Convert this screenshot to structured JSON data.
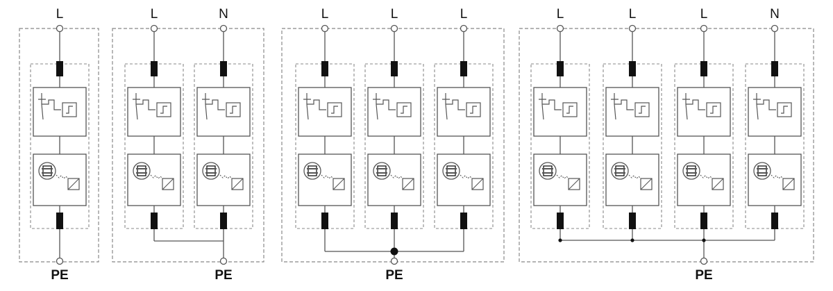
{
  "colors": {
    "line": "#555555",
    "dash": "#888888",
    "fuse": "#111111",
    "background": "#ffffff"
  },
  "icons": [
    "fuse-icon",
    "spark-gap-icon",
    "disconnector-icon",
    "gas-discharge-tube-icon",
    "varistor-icon",
    "terminal-icon"
  ],
  "groups": [
    {
      "id": "1p",
      "top_labels": [
        "L"
      ],
      "pe_label": "PE"
    },
    {
      "id": "1p-n",
      "top_labels": [
        "L",
        "N"
      ],
      "pe_label": "PE"
    },
    {
      "id": "3p",
      "top_labels": [
        "L",
        "L",
        "L"
      ],
      "pe_label": "PE"
    },
    {
      "id": "3p-n",
      "top_labels": [
        "L",
        "L",
        "L",
        "N"
      ],
      "pe_label": "PE"
    }
  ]
}
